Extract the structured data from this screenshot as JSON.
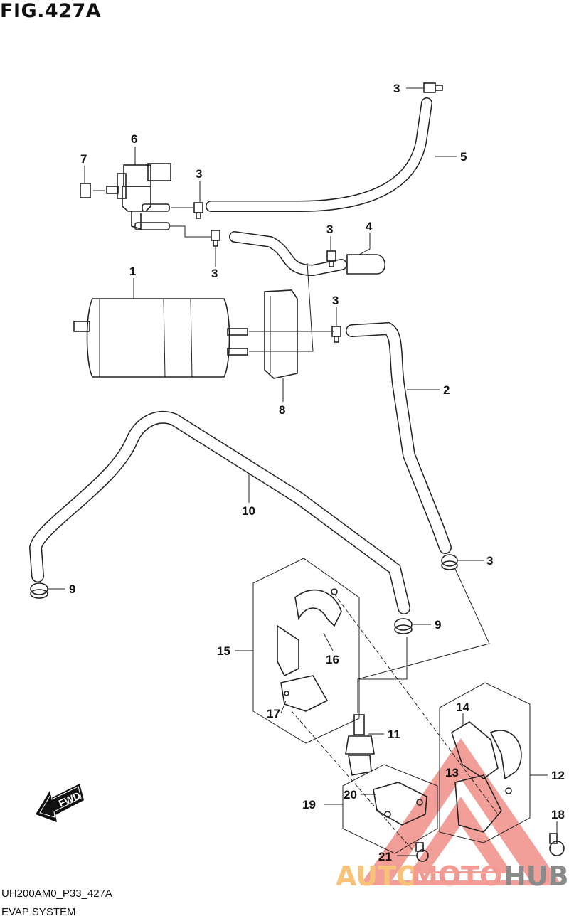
{
  "figure": {
    "title": "FIG.427A",
    "code": "UH200AM0_P33_427A",
    "system_name": "EVAP SYSTEM"
  },
  "direction_badge": {
    "label": "FWD",
    "icon": "arrow-left-down-icon"
  },
  "callouts": [
    {
      "id": "c3a",
      "label": "3"
    },
    {
      "id": "c5",
      "label": "5"
    },
    {
      "id": "c6",
      "label": "6"
    },
    {
      "id": "c7",
      "label": "7"
    },
    {
      "id": "c3b",
      "label": "3"
    },
    {
      "id": "c3c",
      "label": "3"
    },
    {
      "id": "c3d",
      "label": "3"
    },
    {
      "id": "c4",
      "label": "4"
    },
    {
      "id": "c1",
      "label": "1"
    },
    {
      "id": "c3e",
      "label": "3"
    },
    {
      "id": "c8",
      "label": "8"
    },
    {
      "id": "c2",
      "label": "2"
    },
    {
      "id": "c10",
      "label": "10"
    },
    {
      "id": "c9a",
      "label": "9"
    },
    {
      "id": "c3f",
      "label": "3"
    },
    {
      "id": "c9b",
      "label": "9"
    },
    {
      "id": "c15",
      "label": "15"
    },
    {
      "id": "c16",
      "label": "16"
    },
    {
      "id": "c17",
      "label": "17"
    },
    {
      "id": "c11",
      "label": "11"
    },
    {
      "id": "c14",
      "label": "14"
    },
    {
      "id": "c13",
      "label": "13"
    },
    {
      "id": "c12",
      "label": "12"
    },
    {
      "id": "c19",
      "label": "19"
    },
    {
      "id": "c20",
      "label": "20"
    },
    {
      "id": "c18",
      "label": "18"
    },
    {
      "id": "c21",
      "label": "21"
    }
  ],
  "watermark": {
    "part1": "AUTO",
    "part2": "MOTO",
    "part3": "HUB",
    "colors": {
      "auto": "#f7c27a",
      "moto": "#f29b94",
      "hub": "#8a8a8a",
      "triangle": "#f07f78"
    }
  }
}
